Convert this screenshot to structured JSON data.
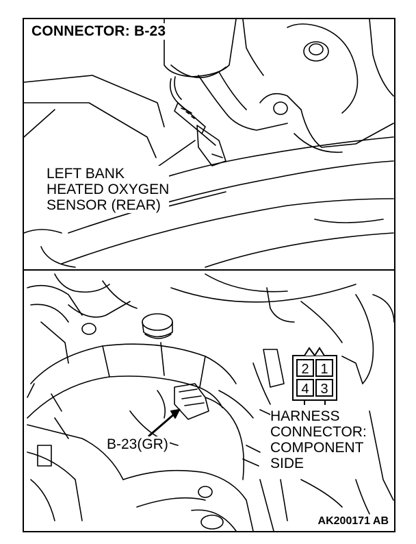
{
  "title": "CONNECTOR: B-23",
  "sensor_label": [
    "LEFT BANK",
    "HEATED OXYGEN",
    "SENSOR (REAR)"
  ],
  "connector_label": "B-23(GR)",
  "harness_label": [
    "HARNESS",
    "CONNECTOR:",
    "COMPONENT",
    "SIDE"
  ],
  "connector_pins": {
    "top_left": "2",
    "top_right": "1",
    "bottom_left": "4",
    "bottom_right": "3"
  },
  "figure_code": "AK200171 AB"
}
